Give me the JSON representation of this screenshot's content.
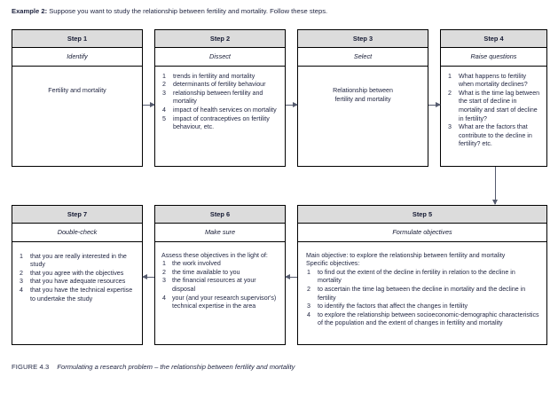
{
  "intro": {
    "label": "Example 2:",
    "text": " Suppose you want to study the relationship between fertility and mortality. Follow these steps."
  },
  "caption": {
    "label": "FIGURE 4.3",
    "text": "Formulating a research problem – the relationship between fertility and mortality"
  },
  "steps": {
    "step1": {
      "header": "Step 1",
      "subtitle": "Identify",
      "body_lines": [
        "Fertility and mortality"
      ]
    },
    "step2": {
      "header": "Step 2",
      "subtitle": "Dissect",
      "items": [
        "trends in fertility and mortality",
        "determinants of fertility behaviour",
        "relationship between fertility and mortality",
        "impact of health services on mortality",
        "impact of contraceptives on fertility behaviour, etc."
      ]
    },
    "step3": {
      "header": "Step 3",
      "subtitle": "Select",
      "body_lines": [
        "Relationship between",
        "fertility and mortality"
      ]
    },
    "step4": {
      "header": "Step 4",
      "subtitle": "Raise questions",
      "items": [
        "What happens to fertility when mortality declines?",
        "What is the time lag between the start of decline in mortality and start of decline in fertility?",
        "What are the factors that contribute to the decline in fertility? etc."
      ]
    },
    "step5": {
      "header": "Step 5",
      "subtitle": "Formulate objectives",
      "lead1": "Main objective: to explore the relationship between fertility and mortality",
      "lead2": "Specific objectives:",
      "items": [
        "to find out the extent of the decline in fertility in relation to the decline in mortality",
        "to ascertain the time lag between the decline in mortality and the decline in fertility",
        "to identify the factors that affect the changes in fertility",
        "to explore the relationship between socioeconomic-demographic characteristics of the population and the extent of changes in fertility and mortality"
      ]
    },
    "step6": {
      "header": "Step 6",
      "subtitle": "Make sure",
      "lead1": "Assess these objectives in the light of:",
      "items": [
        "the work involved",
        "the time available to you",
        "the financial resources at your disposal",
        "your (and your research supervisor's) technical expertise in the area"
      ]
    },
    "step7": {
      "header": "Step 7",
      "subtitle": "Double-check",
      "items": [
        "that you are really interested in the study",
        "that you agree with the objectives",
        "that you have adequate resources",
        "that you have the technical expertise to undertake the study"
      ]
    }
  },
  "colors": {
    "header_fill": "#dcdcdc",
    "border": "#000000",
    "arrow": "#555b6e",
    "text": "#1f2440"
  }
}
